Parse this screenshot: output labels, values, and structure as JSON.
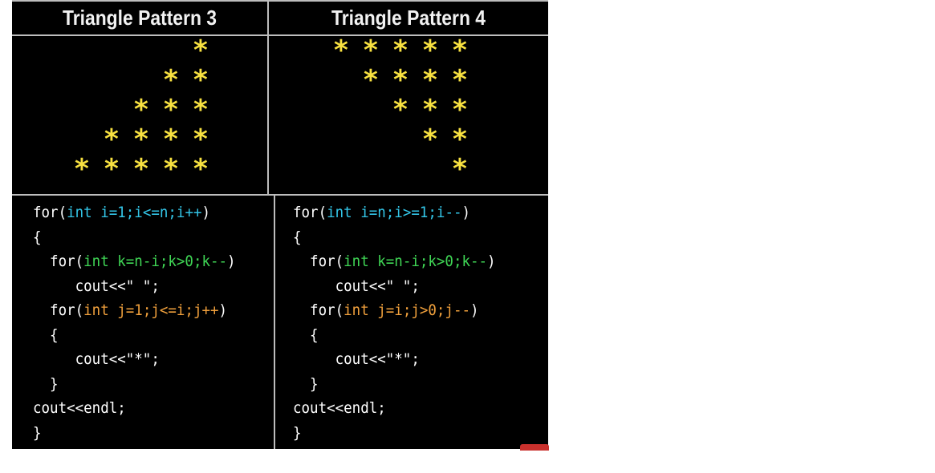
{
  "panels": [
    {
      "title": "Triangle Pattern 3",
      "star_rows": [
        [
          "*"
        ],
        [
          "*",
          "*"
        ],
        [
          "*",
          "*",
          "*"
        ],
        [
          "*",
          "*",
          "*",
          "*"
        ],
        [
          "*",
          "*",
          "*",
          "*",
          "*"
        ]
      ],
      "code": {
        "l1_for": "for(",
        "l1_expr": "int i=1;i<=n;i++",
        "l1_close": ")",
        "l2": "{",
        "l3_for": "  for(",
        "l3_expr": "int k=n-i;k>0;k--",
        "l3_close": ")",
        "l4": "     cout<<\" \";",
        "l5_for": "  for(",
        "l5_expr": "int j=1;j<=i;j++",
        "l5_close": ")",
        "l6": "  {",
        "l7": "     cout<<\"*\";",
        "l8": "  }",
        "l9": "cout<<endl;",
        "l10": "}"
      }
    },
    {
      "title": "Triangle Pattern 4",
      "star_rows": [
        [
          "*",
          "*",
          "*",
          "*",
          "*"
        ],
        [
          "*",
          "*",
          "*",
          "*"
        ],
        [
          "*",
          "*",
          "*"
        ],
        [
          "*",
          "*"
        ],
        [
          "*"
        ]
      ],
      "code": {
        "l1_for": "for(",
        "l1_expr": "int i=n;i>=1;i--",
        "l1_close": ")",
        "l2": "{",
        "l3_for": "  for(",
        "l3_expr": "int k=n-i;k>0;k--",
        "l3_close": ")",
        "l4": "     cout<<\" \";",
        "l5_for": "  for(",
        "l5_expr": "int j=i;j>0;j--",
        "l5_close": ")",
        "l6": "  {",
        "l7": "     cout<<\"*\";",
        "l8": "  }",
        "l9": "cout<<endl;",
        "l10": "}"
      }
    }
  ],
  "colors": {
    "background": "#000000",
    "star": "#f7e040",
    "outer_loop": "#33c6e8",
    "space_loop": "#3fd655",
    "star_loop": "#f0a03c",
    "border": "#bdbdbd"
  }
}
